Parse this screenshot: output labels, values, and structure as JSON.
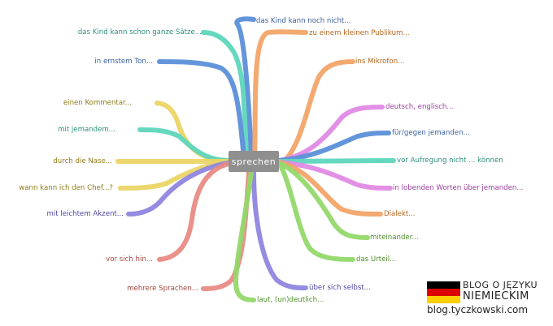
{
  "center": {
    "label": "sprechen",
    "color": "#8f8f8f"
  },
  "branches": [
    {
      "text": "das Kind kann noch nicht...",
      "color": "#5b8fd9",
      "text_color": "#3a5fa0"
    },
    {
      "text": "zu einem kleinen Publikum...",
      "color": "#f2a468",
      "text_color": "#b5651d"
    },
    {
      "text": "das Kind kann schon ganze Sätze...",
      "color": "#5fd6bd",
      "text_color": "#2f8f79"
    },
    {
      "text": "in ernstem Ton...",
      "color": "#5b8fd9",
      "text_color": "#3a5fa0"
    },
    {
      "text": "ins Mikrofon...",
      "color": "#f2a468",
      "text_color": "#b5651d"
    },
    {
      "text": "einen Kommentar...",
      "color": "#ead565",
      "text_color": "#8d7b18"
    },
    {
      "text": "deutsch, englisch...",
      "color": "#e08ae5",
      "text_color": "#9a3ea0"
    },
    {
      "text": "mit jemandem...",
      "color": "#5fd6bd",
      "text_color": "#2f8f79"
    },
    {
      "text": "für/gegen jemanden...",
      "color": "#5b8fd9",
      "text_color": "#3a5fa0"
    },
    {
      "text": "durch die Nase...",
      "color": "#ead565",
      "text_color": "#8d7b18"
    },
    {
      "text": "vor Aufregung nicht ... können",
      "color": "#5fd6bd",
      "text_color": "#2f8f79"
    },
    {
      "text": "wann kann ich den Chef...?",
      "color": "#ead565",
      "text_color": "#8d7b18"
    },
    {
      "text": "in lobenden Worten über jemanden...",
      "color": "#e08ae5",
      "text_color": "#9a3ea0"
    },
    {
      "text": "mit leichtem Akzent...",
      "color": "#8f86e0",
      "text_color": "#4c45a3"
    },
    {
      "text": "Dialekt...",
      "color": "#f2a468",
      "text_color": "#b5651d"
    },
    {
      "text": "miteinander...",
      "color": "#93d86a",
      "text_color": "#4f8f2b"
    },
    {
      "text": "vor sich hin...",
      "color": "#e88b84",
      "text_color": "#a5463f"
    },
    {
      "text": "das Urteil...",
      "color": "#93d86a",
      "text_color": "#4f8f2b"
    },
    {
      "text": "mehrere Sprachen...",
      "color": "#e88b84",
      "text_color": "#a5463f"
    },
    {
      "text": "über sich selbst...",
      "color": "#8f86e0",
      "text_color": "#4c45a3"
    },
    {
      "text": "laut, (un)deutlich...",
      "color": "#93d86a",
      "text_color": "#4f8f2b"
    }
  ],
  "branding": {
    "line1": "BLOG O JĘZYKU",
    "line2": "NIEMIECKIM",
    "url": "blog.tyczkowski.com",
    "flag_colors": [
      "#000000",
      "#dd0000",
      "#ffce00"
    ]
  }
}
